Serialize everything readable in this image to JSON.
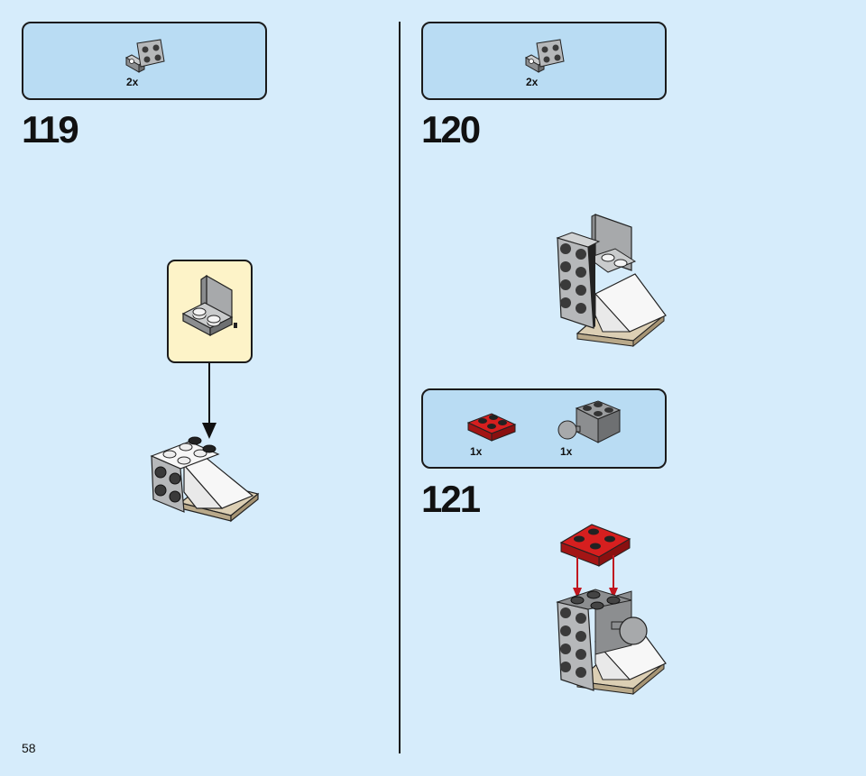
{
  "page": {
    "number": "58"
  },
  "colors": {
    "background": "#d6ecfb",
    "callout": "#b9dcf3",
    "subassembly": "#fdf3c8",
    "red_part": "#d61f1f",
    "gray_part": "#a7a9ab",
    "white_part": "#ffffff",
    "tan_part": "#dccfb4"
  },
  "steps": [
    {
      "number": "119",
      "parts": [
        {
          "icon": "bracket-2x2-gray-icon",
          "qty": "2x"
        }
      ]
    },
    {
      "number": "120",
      "parts": [
        {
          "icon": "bracket-2x2-gray-icon",
          "qty": "2x"
        }
      ]
    },
    {
      "number": "121",
      "parts": [
        {
          "icon": "plate-2x2-red-icon",
          "qty": "1x"
        },
        {
          "icon": "brick-ball-joint-gray-icon",
          "qty": "1x"
        }
      ]
    }
  ]
}
